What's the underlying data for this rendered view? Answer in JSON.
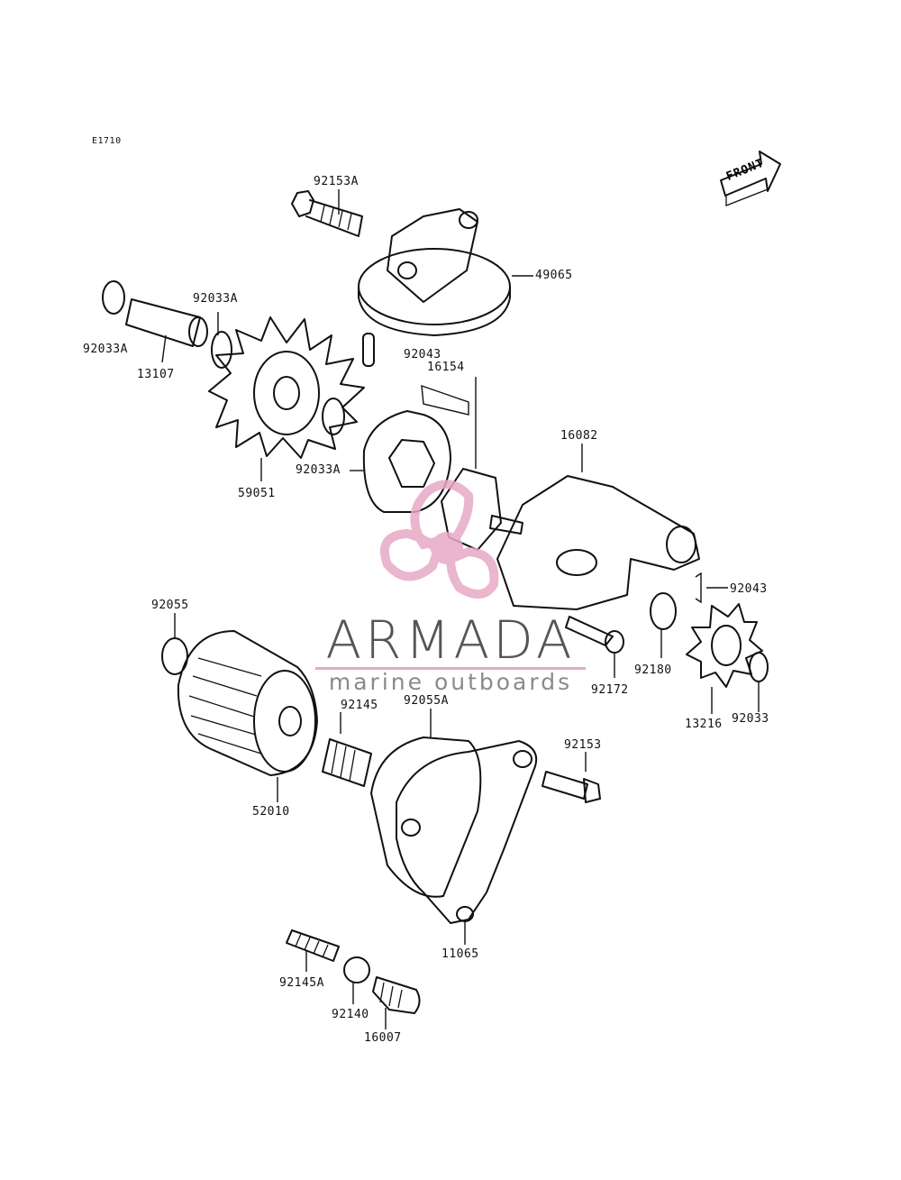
{
  "diagram_code": "E1710",
  "front_label": "FRONT",
  "brand": {
    "name": "ARMADA",
    "tagline": "marine outboards",
    "logo_color": "#e7a9c6",
    "line_color": "#e7a9c6"
  },
  "parts": {
    "p92153A": "92153A",
    "p49065": "49065",
    "p92033A_top": "92033A",
    "p92033A_left": "92033A",
    "p13107": "13107",
    "p92043_top": "92043",
    "p16154": "16154",
    "p92033A_mid": "92033A",
    "p59051": "59051",
    "p16082": "16082",
    "p92043_right": "92043",
    "p92055": "92055",
    "p92172": "92172",
    "p92180": "92180",
    "p13216": "13216",
    "p92033": "92033",
    "p92145": "92145",
    "p92055A": "92055A",
    "p92153": "92153",
    "p52010": "52010",
    "p11065": "11065",
    "p92145A": "92145A",
    "p92140": "92140",
    "p16007": "16007"
  }
}
